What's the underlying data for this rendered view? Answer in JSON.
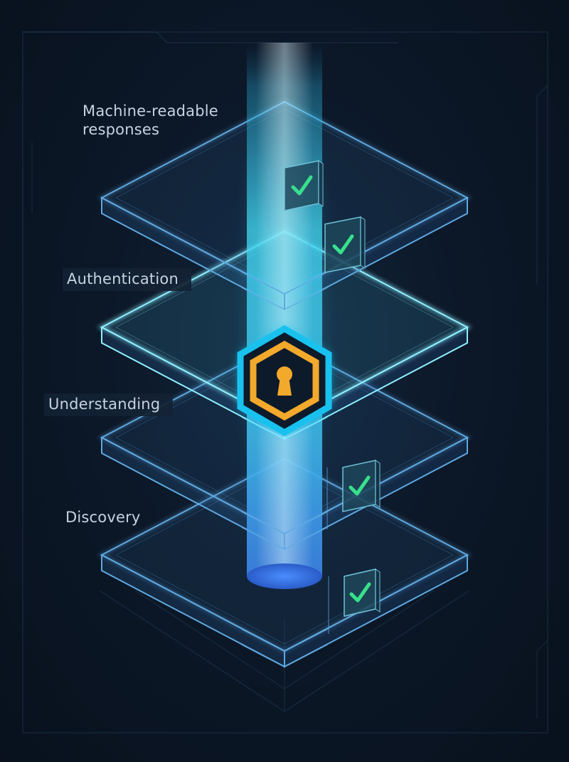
{
  "layers": [
    {
      "label": "Machine-readable responses",
      "status": "verified",
      "icon": "check-icon"
    },
    {
      "label": "Authentication",
      "status": "locked",
      "icon": "keyhole-icon"
    },
    {
      "label": "Understanding",
      "status": "verified",
      "icon": "check-icon"
    },
    {
      "label": "Discovery",
      "status": "verified",
      "icon": "check-icon"
    }
  ],
  "badge": {
    "icon": "keyhole-icon"
  },
  "colors": {
    "background": "#0b1422",
    "plane_edge": "#5fa8e0",
    "plane_edge_active": "#8ff0ff",
    "beam": "#38d6f2",
    "beam_base": "#2c6fd6",
    "badge_frame": "#19c2ee",
    "badge_inner": "#f3a92b",
    "check": "#38e08c"
  }
}
